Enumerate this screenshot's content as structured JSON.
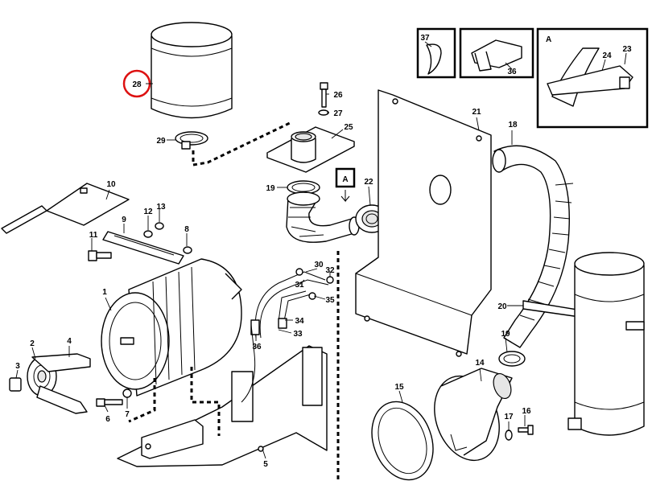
{
  "diagram": {
    "callouts": {
      "c1": "1",
      "c2": "2",
      "c3": "3",
      "c4": "4",
      "c5": "5",
      "c6": "6",
      "c7": "7",
      "c8": "8",
      "c9": "9",
      "c10": "10",
      "c11": "11",
      "c12": "12",
      "c13": "13",
      "c14": "14",
      "c15": "15",
      "c16": "16",
      "c17": "17",
      "c18": "18",
      "c19a": "19",
      "c19b": "19",
      "c20": "20",
      "c21": "21",
      "c22": "22",
      "c23": "23",
      "c24": "24",
      "c25": "25",
      "c26": "26",
      "c27": "27",
      "c28": "28",
      "c29": "29",
      "c30": "30",
      "c31": "31",
      "c32": "32",
      "c33": "33",
      "c34": "34",
      "c35": "35",
      "c36a": "36",
      "c36b": "36",
      "c37": "37"
    },
    "view_marker": "A",
    "detail_label": "A",
    "highlight_color": "#d11111"
  }
}
